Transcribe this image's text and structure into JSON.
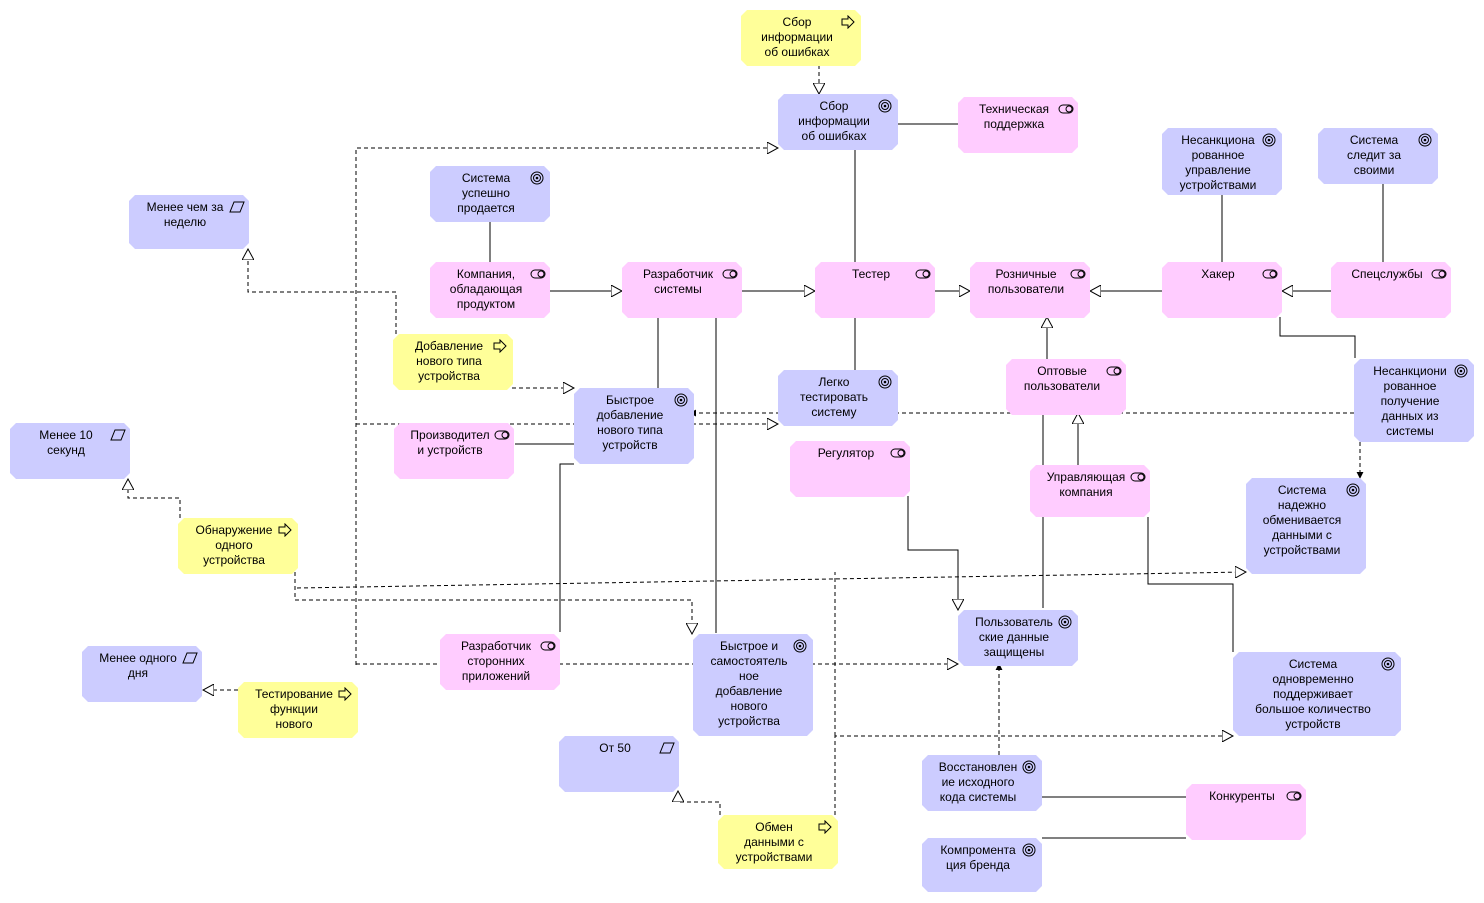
{
  "colors": {
    "goal": "#ccccff",
    "stakeholder": "#ffccff",
    "requirement": "#ffff99",
    "line": "#000000"
  },
  "nodes": {
    "collect_req": {
      "label": "Сбор\nинформации\nоб ошибках",
      "icon": "arrow-right-icon"
    },
    "collect_goal": {
      "label": "Сбор\nинформации\nоб ошибках",
      "icon": "target-icon"
    },
    "tech_support": {
      "label": "Техническая\nподдержка",
      "icon": "toggle-icon"
    },
    "sells_goal": {
      "label": "Система\nуспешно\nпродается",
      "icon": "target-icon"
    },
    "less_week": {
      "label": "Менее чем за\nнеделю",
      "icon": "parallelogram-icon"
    },
    "company": {
      "label": "Компания,\nобладающая\nпродуктом",
      "icon": "toggle-icon"
    },
    "developer": {
      "label": "Разработчик\nсистемы",
      "icon": "toggle-icon"
    },
    "tester": {
      "label": "Тестер",
      "icon": "toggle-icon"
    },
    "retail": {
      "label": "Розничные\nпользователи",
      "icon": "toggle-icon"
    },
    "hacker": {
      "label": "Хакер",
      "icon": "toggle-icon"
    },
    "specservices": {
      "label": "Спецслужбы",
      "icon": "toggle-icon"
    },
    "unauth_control": {
      "label": "Несанкциона\nрованное\nуправление\nустройствами",
      "icon": "target-icon"
    },
    "watches_own": {
      "label": "Система\nследит за\nсвоими",
      "icon": "target-icon"
    },
    "add_device_req": {
      "label": "Добавление\nнового типа\nустройства",
      "icon": "arrow-right-icon"
    },
    "quick_add_goal": {
      "label": "Быстрое\nдобавление\nнового типа\nустройств",
      "icon": "target-icon"
    },
    "easy_test": {
      "label": "Легко\nтестировать\nсистему",
      "icon": "target-icon"
    },
    "wholesale": {
      "label": "Оптовые\nпользователи",
      "icon": "toggle-icon"
    },
    "unauth_data": {
      "label": "Несанкциони\nрованное\nполучение\nданных из\nсистемы",
      "icon": "target-icon"
    },
    "manufacturer": {
      "label": "Производител\nи устройств",
      "icon": "toggle-icon"
    },
    "less10": {
      "label": "Менее 10\nсекунд",
      "icon": "parallelogram-icon"
    },
    "regulator": {
      "label": "Регулятор",
      "icon": "toggle-icon"
    },
    "managing": {
      "label": "Управляющая\nкомпания",
      "icon": "toggle-icon"
    },
    "reliable": {
      "label": "Система\nнадежно\nобменивается\nданными с\nустройствами",
      "icon": "target-icon"
    },
    "detect_req": {
      "label": "Обнаружение\nодного\nустройства",
      "icon": "arrow-right-icon"
    },
    "third_dev": {
      "label": "Разработчик\nсторонних\nприложений",
      "icon": "toggle-icon"
    },
    "quick_indep": {
      "label": "Быстрое и\nсамостоятель\nное\nдобавление\nнового\nустройства",
      "icon": "target-icon"
    },
    "user_data": {
      "label": "Пользователь\nские данные\nзащищены",
      "icon": "target-icon"
    },
    "many_devices": {
      "label": "Система\nодновременно\nподдерживает\nбольшое количество\nустройств",
      "icon": "target-icon"
    },
    "less_day": {
      "label": "Менее одного\nдня",
      "icon": "parallelogram-icon"
    },
    "test_req": {
      "label": "Тестирование\nфункции\nнового",
      "icon": "arrow-right-icon"
    },
    "from50": {
      "label": "От 50",
      "icon": "parallelogram-icon"
    },
    "restore": {
      "label": "Восстановлен\nие исходного\nкода системы",
      "icon": "target-icon"
    },
    "competitors": {
      "label": "Конкуренты",
      "icon": "toggle-icon"
    },
    "exchange_req": {
      "label": "Обмен\nданными с\nустройствами",
      "icon": "arrow-right-icon"
    },
    "brand": {
      "label": "Компромента\nция бренда",
      "icon": "target-icon"
    }
  }
}
